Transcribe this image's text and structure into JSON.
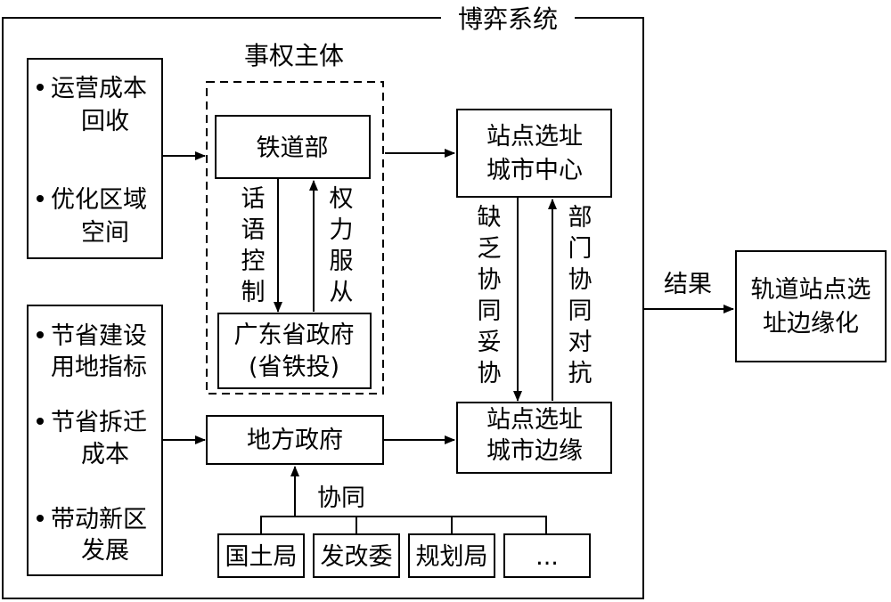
{
  "system_title": "博弈系统",
  "authority_title": "事权主体",
  "left_top": {
    "items": [
      [
        "运营成本",
        "回收"
      ],
      [
        "优化区域",
        "空间"
      ]
    ]
  },
  "left_bottom": {
    "items": [
      [
        "节省建设",
        "用地指标"
      ],
      [
        "节省拆迁",
        "成本"
      ],
      [
        "带动新区",
        "发展"
      ]
    ]
  },
  "ministry": "铁道部",
  "province": [
    "广东省政府",
    "(省铁投)"
  ],
  "local_gov": "地方政府",
  "speech_control": [
    "话",
    "语",
    "控",
    "制"
  ],
  "power_obey": [
    "权",
    "力",
    "服",
    "从"
  ],
  "center": [
    "站点选址",
    "城市中心"
  ],
  "edge": [
    "站点选址",
    "城市边缘"
  ],
  "lack_coop": [
    "缺",
    "乏",
    "协",
    "同",
    "妥",
    "协"
  ],
  "dept_conf": [
    "部",
    "门",
    "协",
    "同",
    "对",
    "抗"
  ],
  "result_label": "结果",
  "result_box": [
    "轨道站点选",
    "址边缘化"
  ],
  "coop_label": "协同",
  "agencies": [
    "国土局",
    "发改委",
    "规划局",
    "..."
  ]
}
